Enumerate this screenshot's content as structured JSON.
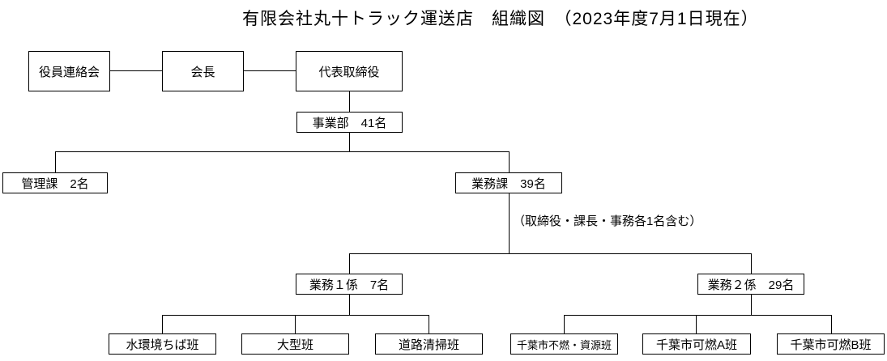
{
  "title": "有限会社丸十トラック運送店　組織図　（2023年度7月1日現在）",
  "colors": {
    "background": "#ffffff",
    "line": "#000000",
    "text": "#000000"
  },
  "nodes": {
    "officers_liaison_council": {
      "label": "役員連絡会"
    },
    "chairman": {
      "label": "会長"
    },
    "representative_director": {
      "label": "代表取締役"
    },
    "business_division": {
      "label": "事業部　41名"
    },
    "admin_section": {
      "label": "管理課　2名"
    },
    "operations_section": {
      "label": "業務課　39名"
    },
    "operations_section_note": {
      "label": "（取締役・課長・事務各1名含む）"
    },
    "operations_unit_1": {
      "label": "業務１係　7名"
    },
    "operations_unit_2": {
      "label": "業務２係　29名"
    },
    "team_water_env_chiba": {
      "label": "水環境ちば班"
    },
    "team_large_vehicle": {
      "label": "大型班"
    },
    "team_road_cleaning": {
      "label": "道路清掃班"
    },
    "team_chiba_noncombustible_recyclable": {
      "label": "千葉市不燃・資源班"
    },
    "team_chiba_combustible_a": {
      "label": "千葉市可燃A班"
    },
    "team_chiba_combustible_b": {
      "label": "千葉市可燃B班"
    }
  },
  "edges": [
    [
      "officers_liaison_council",
      "chairman"
    ],
    [
      "chairman",
      "representative_director"
    ],
    [
      "representative_director",
      "business_division"
    ],
    [
      "business_division",
      "admin_section"
    ],
    [
      "business_division",
      "operations_section"
    ],
    [
      "operations_section",
      "operations_unit_1"
    ],
    [
      "operations_section",
      "operations_unit_2"
    ],
    [
      "operations_unit_1",
      "team_water_env_chiba"
    ],
    [
      "operations_unit_1",
      "team_large_vehicle"
    ],
    [
      "operations_unit_1",
      "team_road_cleaning"
    ],
    [
      "operations_unit_2",
      "team_chiba_noncombustible_recyclable"
    ],
    [
      "operations_unit_2",
      "team_chiba_combustible_a"
    ],
    [
      "operations_unit_2",
      "team_chiba_combustible_b"
    ]
  ]
}
